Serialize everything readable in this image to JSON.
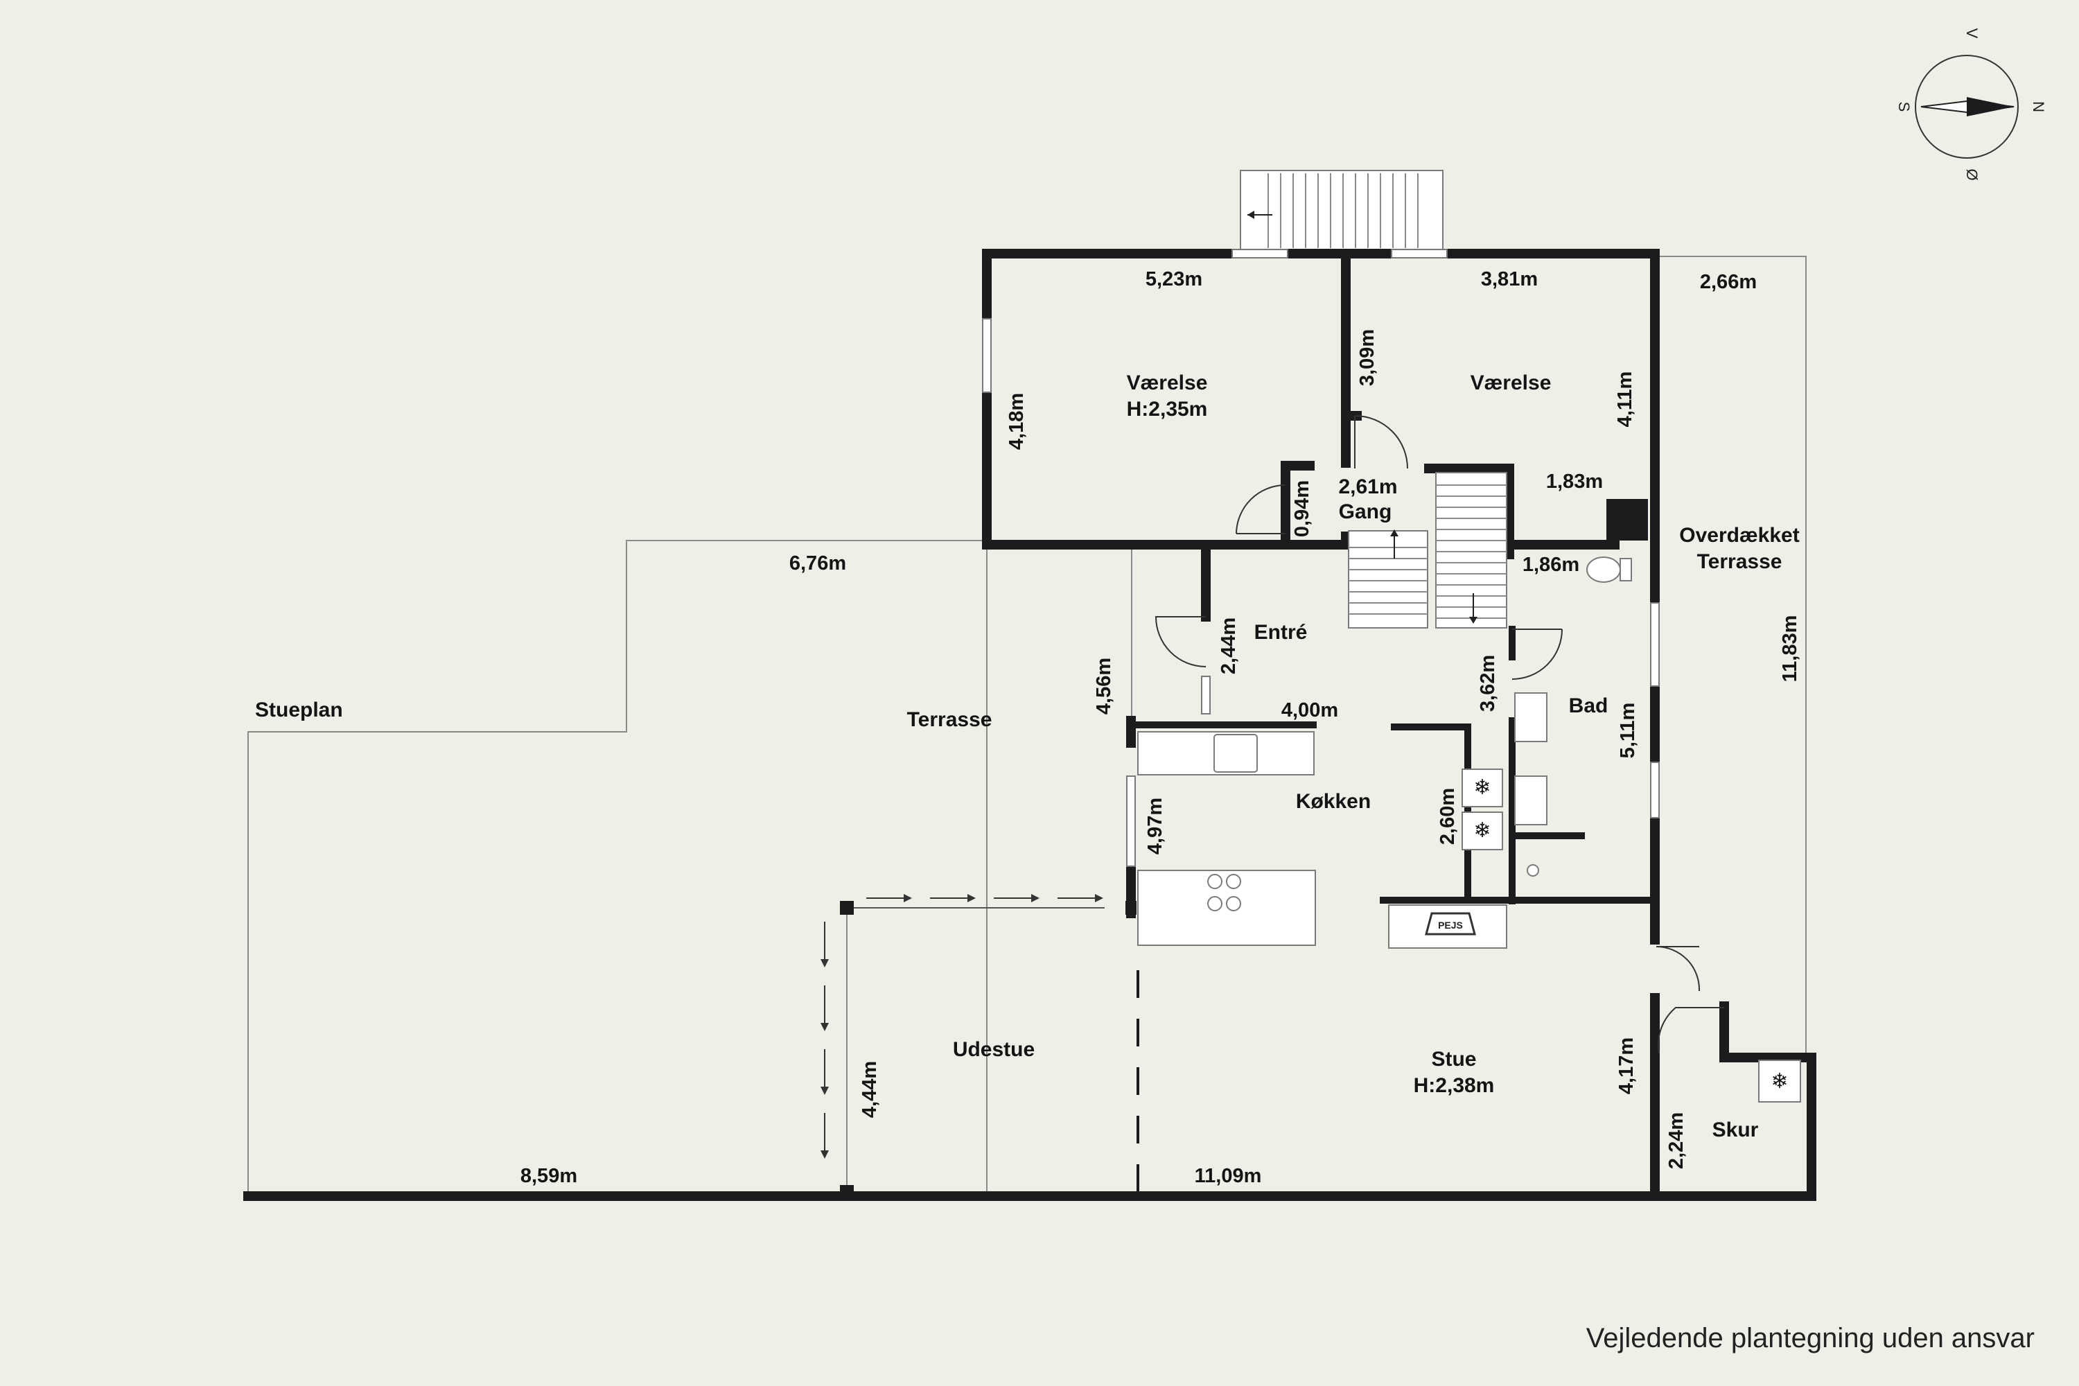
{
  "plan_title": "Stueplan",
  "disclaimer": "Vejledende plantegning uden ansvar",
  "rooms": {
    "vaerelse1": {
      "name": "Værelse",
      "height": "H:2,35m"
    },
    "vaerelse2": {
      "name": "Værelse"
    },
    "gang": {
      "area": "2,61m",
      "name": "Gang"
    },
    "entre": {
      "name": "Entré"
    },
    "koekken": {
      "name": "Køkken"
    },
    "bad": {
      "name": "Bad"
    },
    "stue": {
      "name": "Stue",
      "height": "H:2,38m"
    },
    "udestue": {
      "name": "Udestue"
    },
    "skur": {
      "name": "Skur"
    },
    "terrasse": {
      "name": "Terrasse"
    },
    "overdaekket": {
      "line1": "Overdækket",
      "line2": "Terrasse"
    }
  },
  "fixtures": {
    "fireplace": "PEJS"
  },
  "dimensions": {
    "d_5_23": "5,23m",
    "d_3_81": "3,81m",
    "d_2_66": "2,66m",
    "d_4_18": "4,18m",
    "d_3_09": "3,09m",
    "d_4_11": "4,11m",
    "d_1_83": "1,83m",
    "d_0_94": "0,94m",
    "d_6_76": "6,76m",
    "d_1_86": "1,86m",
    "d_11_83": "11,83m",
    "d_4_56": "4,56m",
    "d_2_44": "2,44m",
    "d_3_62": "3,62m",
    "d_4_00": "4,00m",
    "d_5_11": "5,11m",
    "d_4_97": "4,97m",
    "d_2_60": "2,60m",
    "d_4_44": "4,44m",
    "d_4_17": "4,17m",
    "d_2_24": "2,24m",
    "d_8_59": "8,59m",
    "d_11_09": "11,09m"
  },
  "compass": {
    "north": "N",
    "south": "S",
    "east": "Ø",
    "west": "V"
  }
}
